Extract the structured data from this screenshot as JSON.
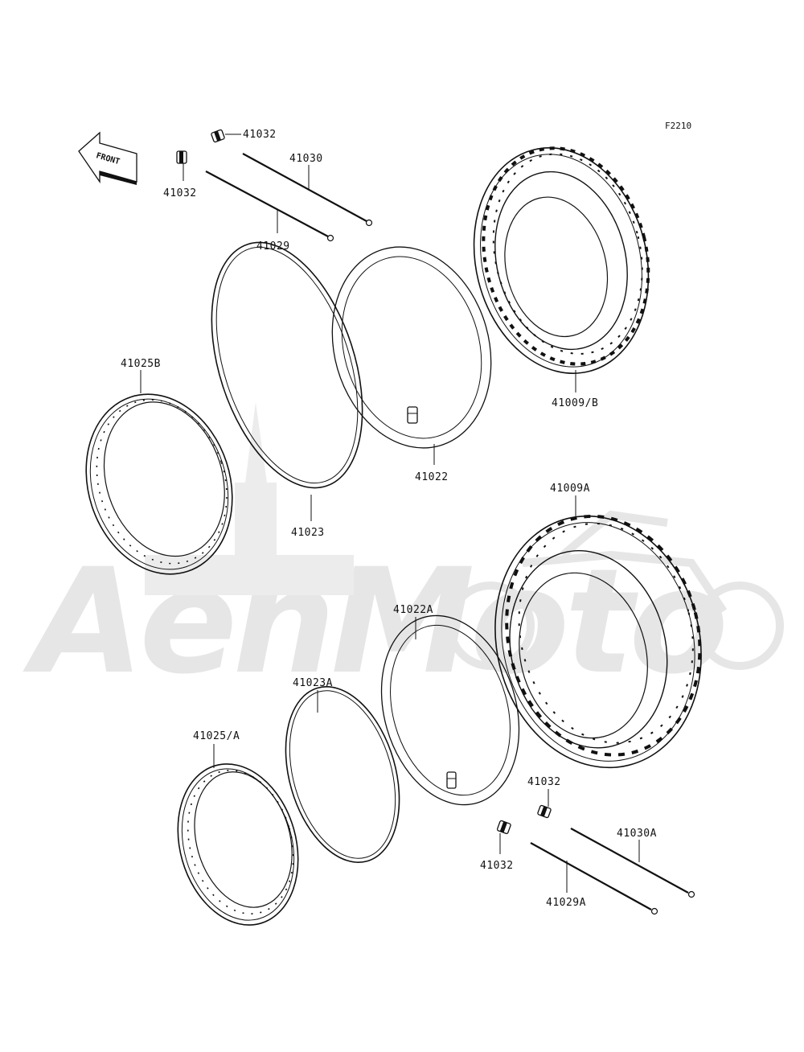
{
  "diagram": {
    "figure_code": "F2210",
    "front_indicator": "FRONT",
    "watermark": "AehMoto",
    "labels": {
      "p41032_top_right": "41032",
      "p41032_top_left": "41032",
      "p41030": "41030",
      "p41029": "41029",
      "p41025B": "41025B",
      "p41023": "41023",
      "p41022": "41022",
      "p41009B": "41009/B",
      "p41009A": "41009A",
      "p41022A": "41022A",
      "p41023A": "41023A",
      "p41025A": "41025/A",
      "p41032_bottom_right": "41032",
      "p41032_bottom_left": "41032",
      "p41030A": "41030A",
      "p41029A": "41029A"
    },
    "colors": {
      "line": "#111111",
      "watermark": "#e6e6e6",
      "background": "#ffffff"
    }
  }
}
